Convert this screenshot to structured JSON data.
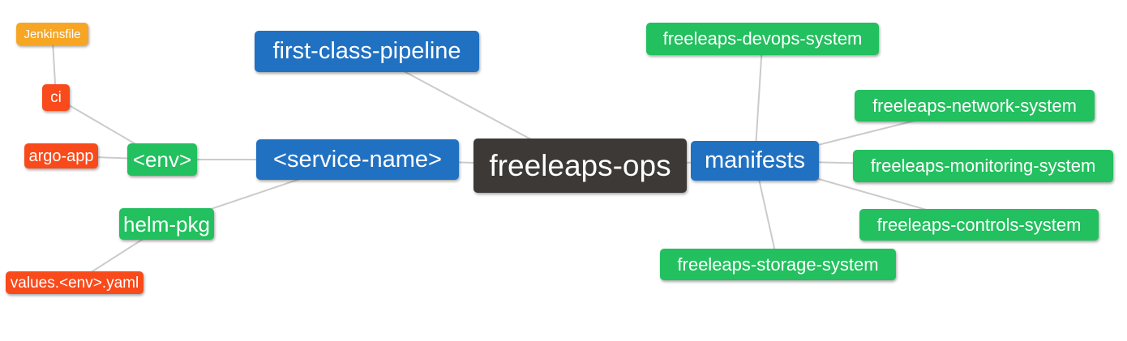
{
  "diagram": {
    "type": "mindmap",
    "background": "#ffffff",
    "edge_color": "#cbcbcb",
    "palette": {
      "blue": "#2171c2",
      "green": "#22c05e",
      "red_orange": "#f94a1b",
      "amber": "#f6a624",
      "dark": "#3d3936",
      "text": "#ffffff"
    },
    "nodes": [
      {
        "id": "jenkinsfile",
        "label": "Jenkinsfile",
        "color": "amber"
      },
      {
        "id": "ci",
        "label": "ci",
        "color": "red_orange"
      },
      {
        "id": "argo-app",
        "label": "argo-app",
        "color": "red_orange"
      },
      {
        "id": "env",
        "label": "<env>",
        "color": "green"
      },
      {
        "id": "helm-pkg",
        "label": "helm-pkg",
        "color": "green"
      },
      {
        "id": "values-env-yaml",
        "label": "values.<env>.yaml",
        "color": "red_orange"
      },
      {
        "id": "first-class-pipeline",
        "label": "first-class-pipeline",
        "color": "blue"
      },
      {
        "id": "service-name",
        "label": "<service-name>",
        "color": "blue"
      },
      {
        "id": "freeleaps-ops",
        "label": "freeleaps-ops",
        "color": "dark"
      },
      {
        "id": "manifests",
        "label": "manifests",
        "color": "blue"
      },
      {
        "id": "freeleaps-devops-system",
        "label": "freeleaps-devops-system",
        "color": "green"
      },
      {
        "id": "freeleaps-network-system",
        "label": "freeleaps-network-system",
        "color": "green"
      },
      {
        "id": "freeleaps-monitoring-system",
        "label": "freeleaps-monitoring-system",
        "color": "green"
      },
      {
        "id": "freeleaps-controls-system",
        "label": "freeleaps-controls-system",
        "color": "green"
      },
      {
        "id": "freeleaps-storage-system",
        "label": "freeleaps-storage-system",
        "color": "green"
      }
    ],
    "edges": [
      [
        "jenkinsfile",
        "ci"
      ],
      [
        "ci",
        "env"
      ],
      [
        "argo-app",
        "env"
      ],
      [
        "env",
        "service-name"
      ],
      [
        "helm-pkg",
        "service-name"
      ],
      [
        "values-env-yaml",
        "helm-pkg"
      ],
      [
        "first-class-pipeline",
        "freeleaps-ops"
      ],
      [
        "service-name",
        "freeleaps-ops"
      ],
      [
        "freeleaps-ops",
        "manifests"
      ],
      [
        "manifests",
        "freeleaps-devops-system"
      ],
      [
        "manifests",
        "freeleaps-network-system"
      ],
      [
        "manifests",
        "freeleaps-monitoring-system"
      ],
      [
        "manifests",
        "freeleaps-controls-system"
      ],
      [
        "manifests",
        "freeleaps-storage-system"
      ]
    ]
  }
}
